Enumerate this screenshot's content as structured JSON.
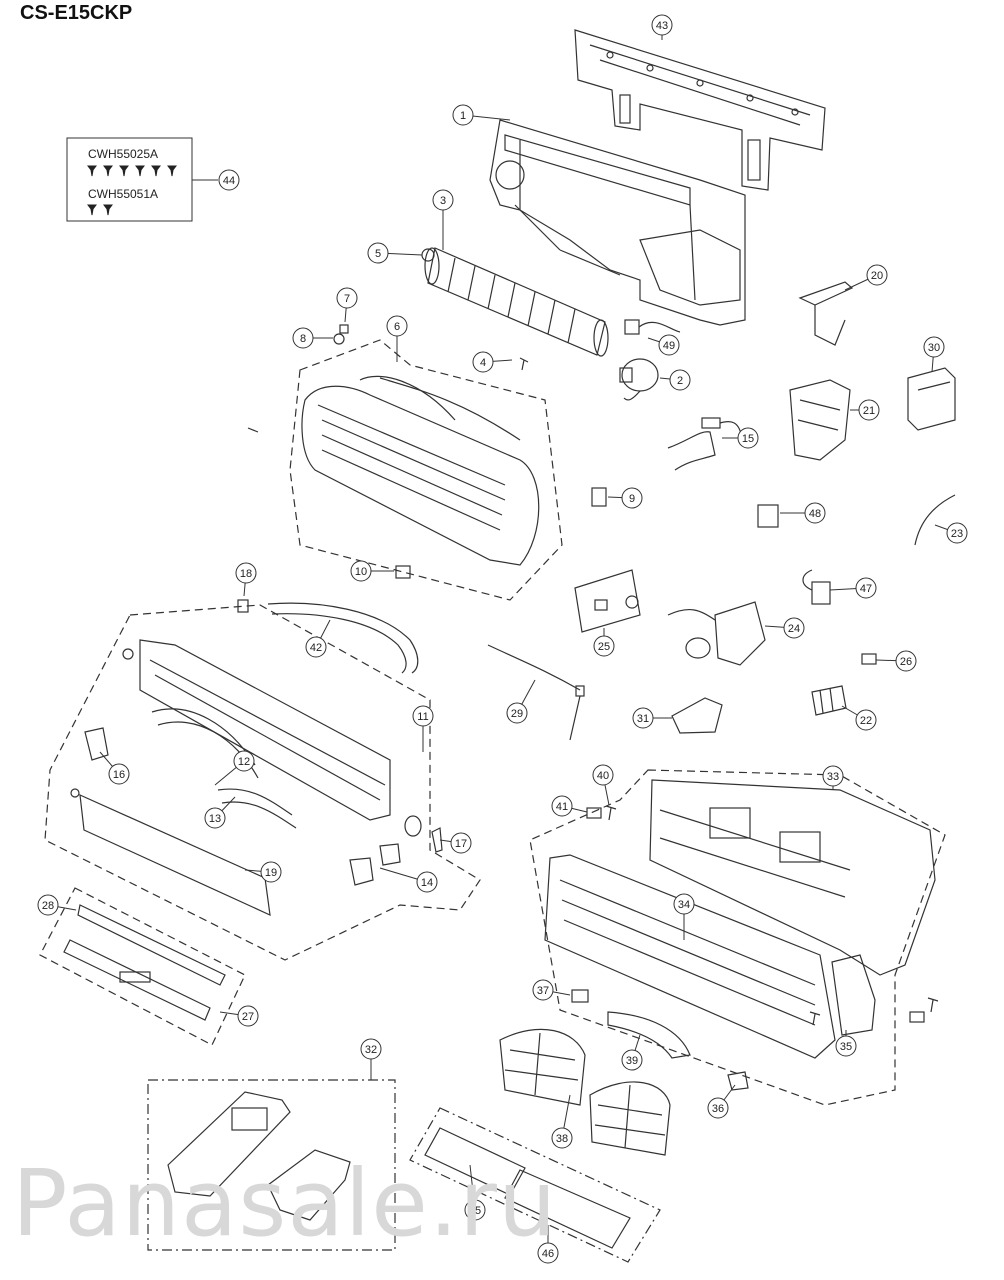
{
  "model_title": "CS-E15CKP",
  "watermark": "Panasale.ru",
  "screw_kit": {
    "kit_a": "CWH55025A",
    "kit_b": "CWH55051A",
    "kit_a_screw_count": 6,
    "kit_b_screw_count": 2,
    "ref": "44"
  },
  "callouts": [
    "1",
    "2",
    "3",
    "4",
    "5",
    "6",
    "7",
    "8",
    "9",
    "10",
    "11",
    "12",
    "13",
    "14",
    "15",
    "16",
    "17",
    "18",
    "19",
    "20",
    "21",
    "22",
    "23",
    "24",
    "25",
    "26",
    "27",
    "28",
    "29",
    "30",
    "31",
    "32",
    "33",
    "34",
    "35",
    "36",
    "37",
    "38",
    "39",
    "40",
    "41",
    "42",
    "43",
    "45",
    "46",
    "47",
    "48",
    "49"
  ],
  "line_color": "#333333"
}
